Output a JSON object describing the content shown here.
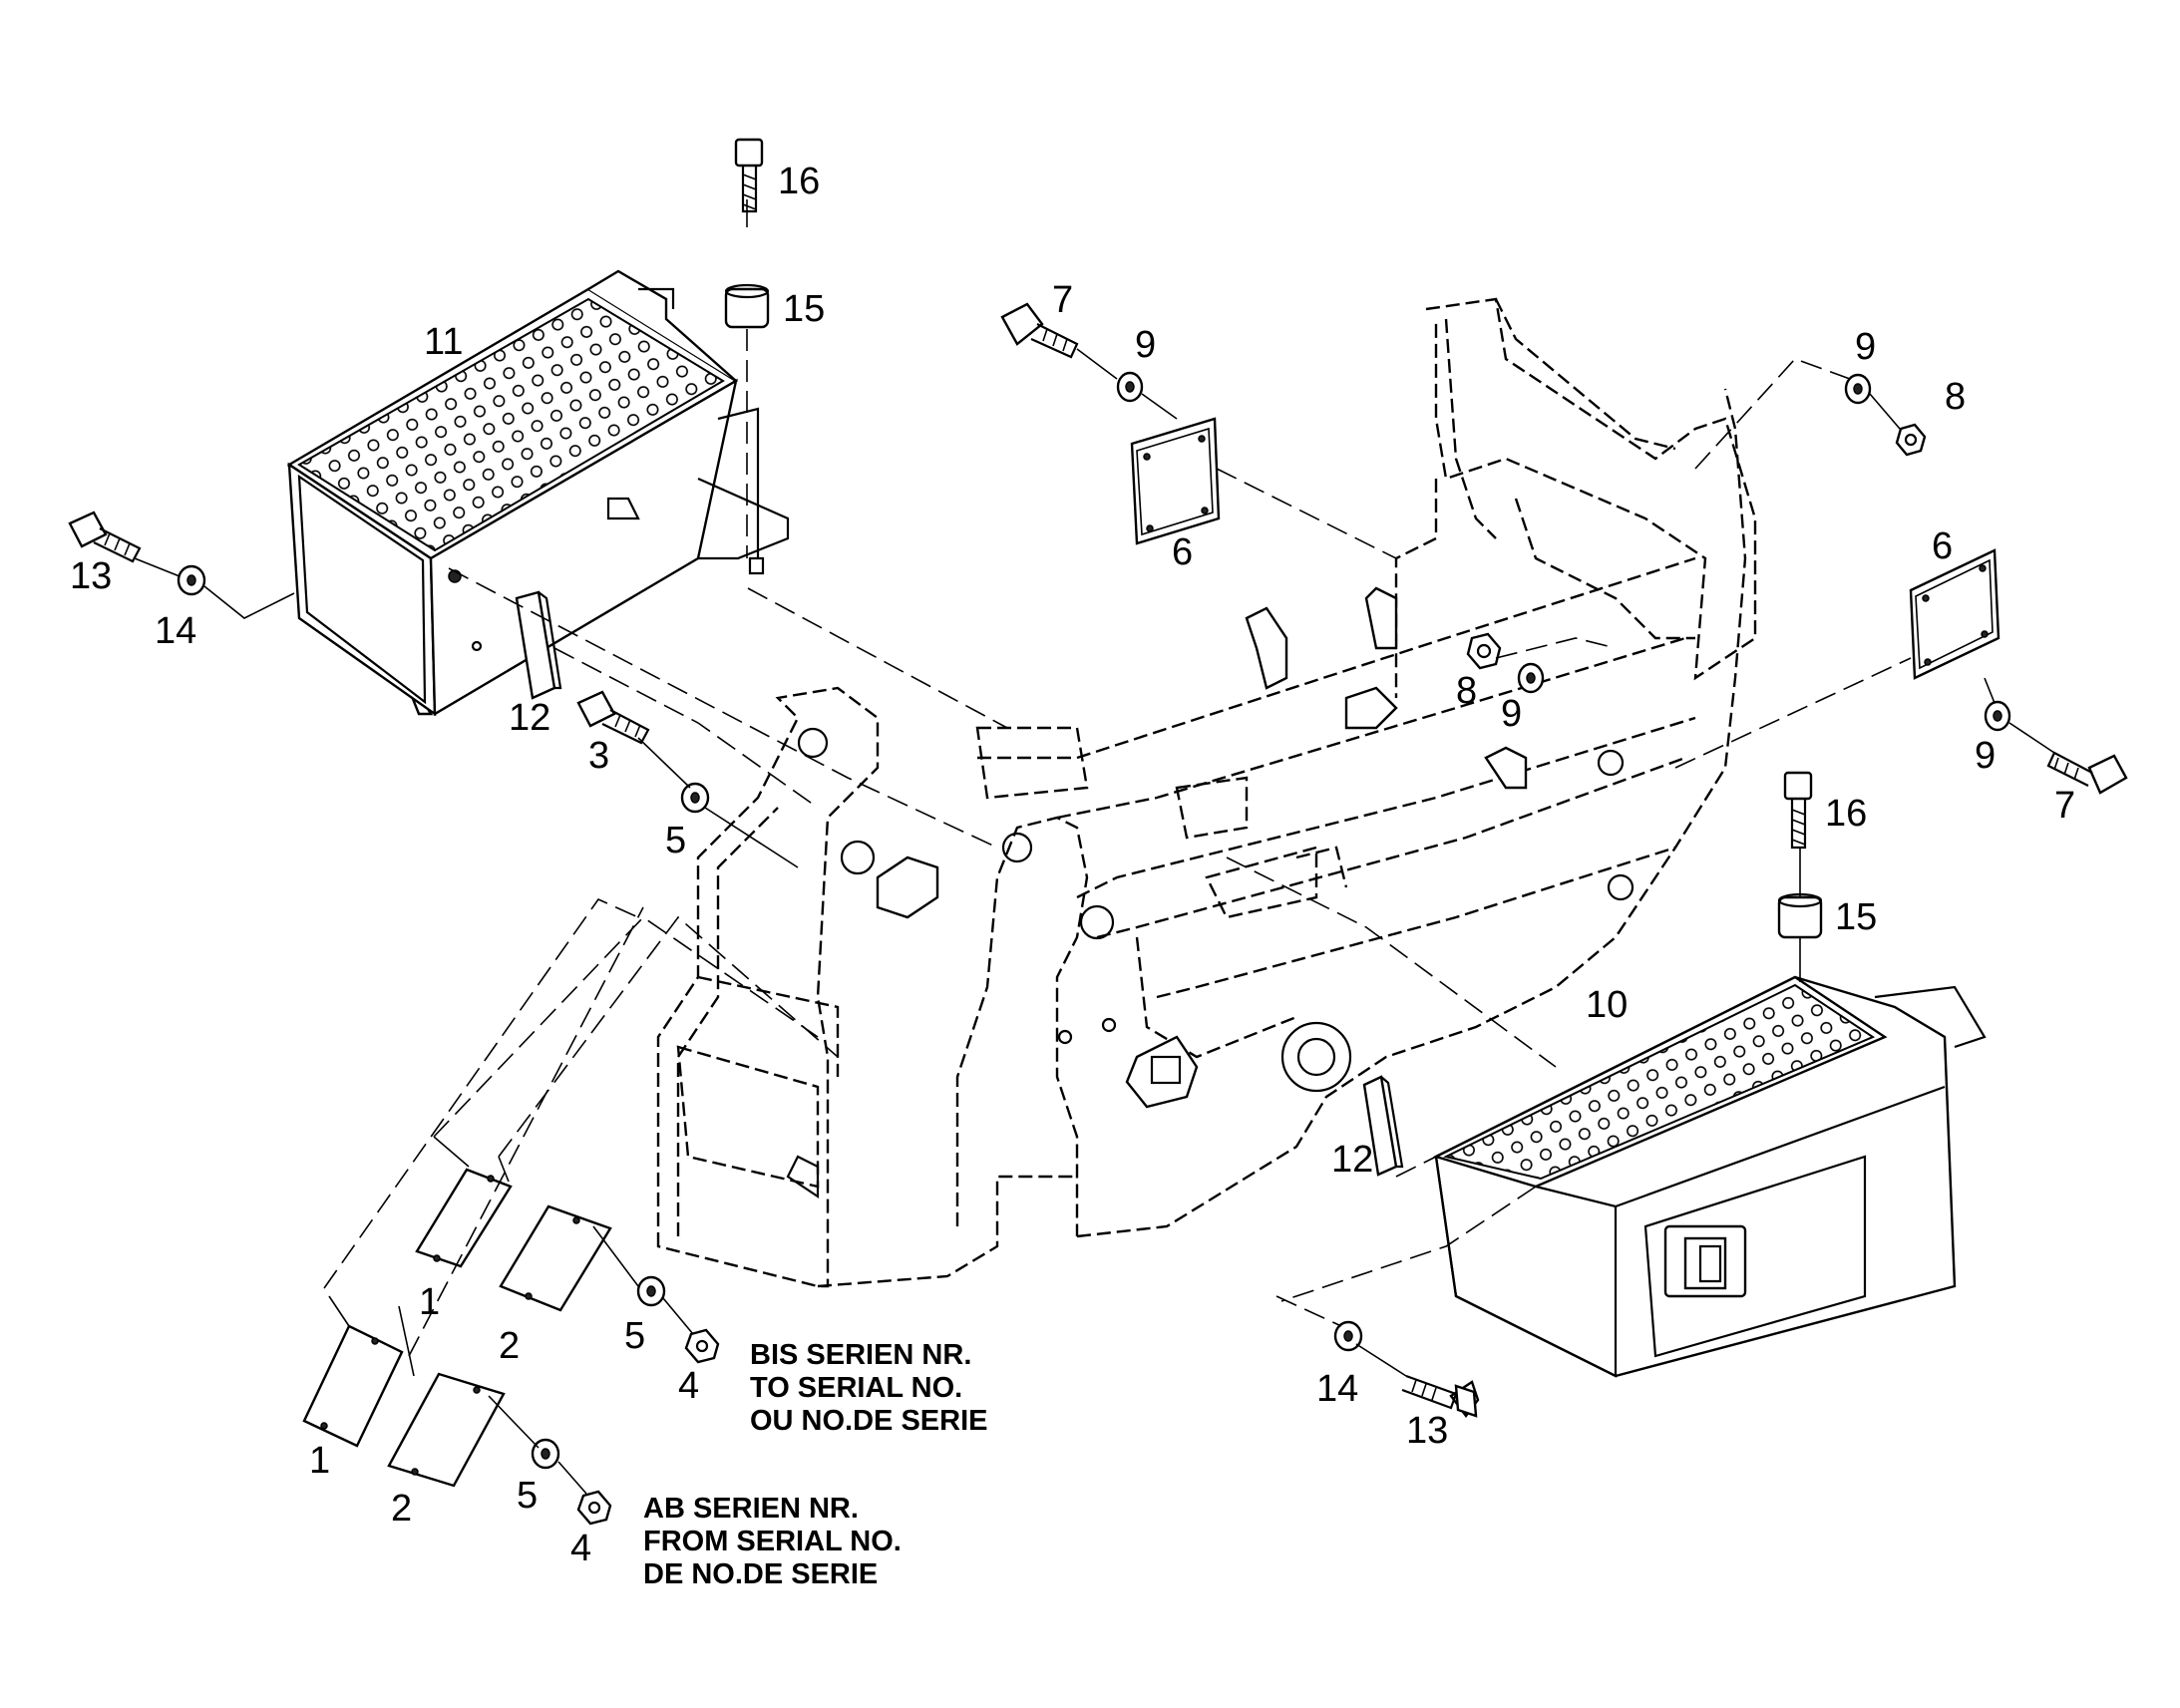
{
  "callouts": {
    "n1a": "1",
    "n1b": "1",
    "n2a": "2",
    "n2b": "2",
    "n3": "3",
    "n4a": "4",
    "n4b": "4",
    "n5a": "5",
    "n5b": "5",
    "n5c": "5",
    "n6a": "6",
    "n6b": "6",
    "n7a": "7",
    "n7b": "7",
    "n8a": "8",
    "n8b": "8",
    "n9a": "9",
    "n9b": "9",
    "n9c": "9",
    "n9d": "9",
    "n10": "10",
    "n11": "11",
    "n12a": "12",
    "n12b": "12",
    "n13a": "13",
    "n13b": "13",
    "n14a": "14",
    "n14b": "14",
    "n15a": "15",
    "n15b": "15",
    "n16a": "16",
    "n16b": "16"
  },
  "notes": {
    "to_serial": [
      "BIS SERIEN NR.",
      "TO SERIAL NO.",
      "OU NO.DE SERIE"
    ],
    "from_serial": [
      "AB SERIEN NR.",
      "FROM SERIAL NO.",
      "DE NO.DE SERIE"
    ]
  },
  "colors": {
    "line": "#000000",
    "background": "#ffffff"
  }
}
